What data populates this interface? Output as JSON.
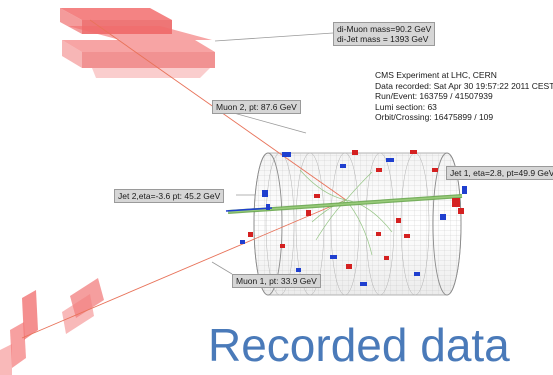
{
  "event_display": {
    "labels": {
      "mass": [
        "di-Muon mass=90.2 GeV",
        "di-Jet mass = 1393 GeV"
      ],
      "muon2": "Muon 2, pt: 87.6 GeV",
      "jet1": "Jet 1, eta=2.8, pt=49.9 GeV",
      "jet2": "Jet 2,eta=-3.6 pt: 45.2 GeV",
      "muon1": "Muon 1, pt: 33.9 GeV"
    },
    "info": [
      "CMS Experiment at LHC, CERN",
      "Data recorded: Sat Apr 30 19:57:22 2011 CEST",
      "Run/Event: 163759 / 41507939",
      "Lumi section: 63",
      "Orbit/Crossing: 16475899 / 109"
    ],
    "caption": "Recorded data"
  },
  "colors": {
    "muon_chamber": "#f05a5a",
    "muon_track": "#e8735a",
    "jet": "#6aa84f",
    "hit_red": "#d42020",
    "hit_blue": "#1f3fcf",
    "detector_mesh": "#b8b8b8",
    "caption": "#4a7ab9",
    "label_bg": "#d6d6d6"
  }
}
